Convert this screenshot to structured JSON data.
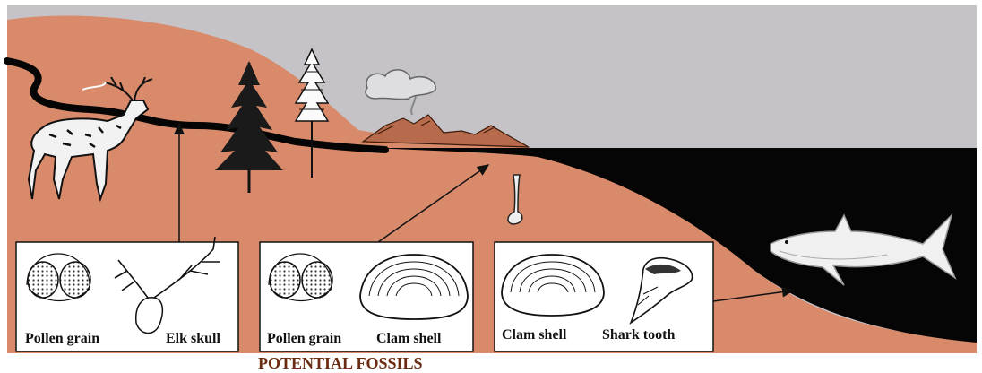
{
  "diagram": {
    "title": "POTENTIAL FOSSILS",
    "panels": [
      {
        "labels": [
          "Pollen grain",
          "Elk skull"
        ]
      },
      {
        "labels": [
          "Pollen grain",
          "Clam shell"
        ]
      },
      {
        "labels": [
          "Clam shell",
          "Shark tooth"
        ]
      }
    ]
  },
  "colors": {
    "sky": "#c5c3c7",
    "land": "#d88a6a",
    "water": "#050505",
    "panel_fill": "#ffffff",
    "title": "#6b2b12"
  },
  "icons": [
    "elk-icon",
    "tree-icon",
    "volcano-icon",
    "clam-icon",
    "shark-icon",
    "pollen-grain-icon",
    "elk-skull-icon",
    "shark-tooth-icon",
    "clam-shell-icon"
  ]
}
